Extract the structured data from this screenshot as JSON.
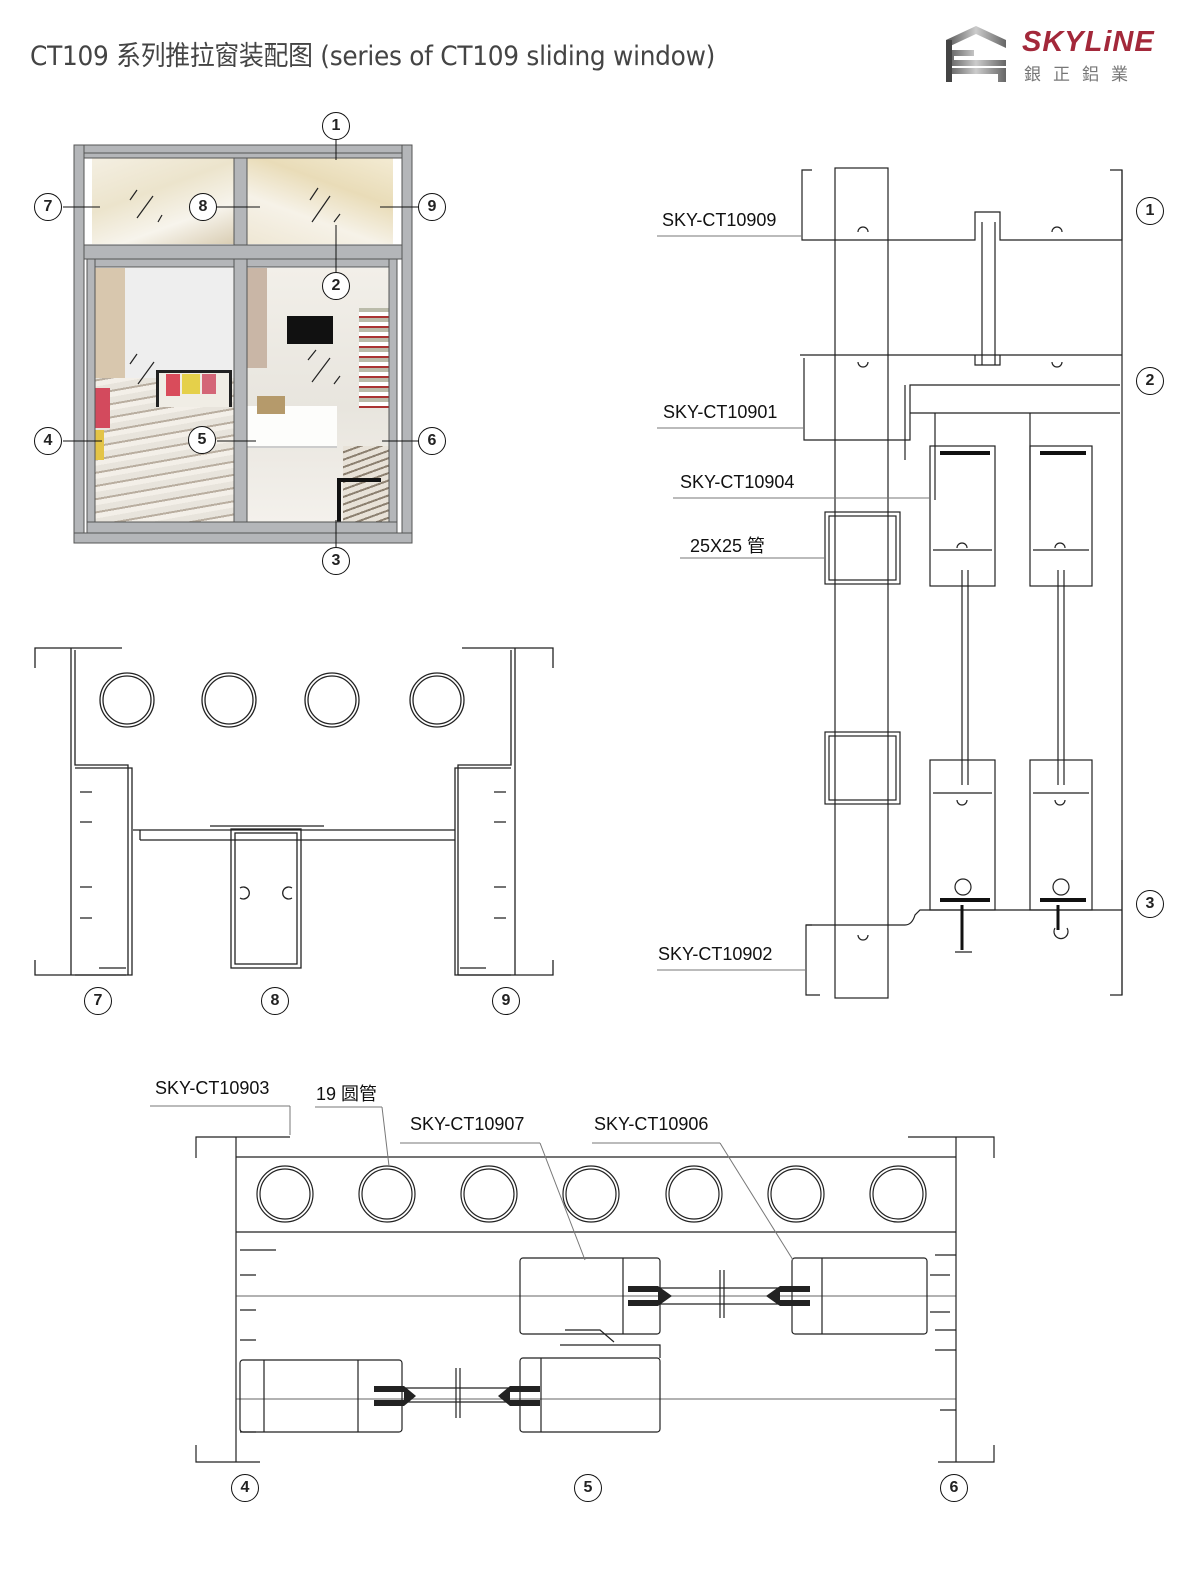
{
  "header": {
    "title": "CT109 系列推拉窗装配图 (series of  CT109 sliding  window)",
    "logo": {
      "icon": "skyline-chevron-logo-icon",
      "name": "SKYLiNE",
      "subtitle": "銀正鋁業",
      "brand_color": "#a3283a",
      "subtitle_color": "#777777"
    }
  },
  "elevation": {
    "description": "Window elevation with interior room photo",
    "frame_color": "#b4b6b9",
    "callouts": [
      "1",
      "2",
      "3",
      "4",
      "5",
      "6",
      "7",
      "8",
      "9"
    ]
  },
  "section_horizontal_top": {
    "callouts": [
      "7",
      "8",
      "9"
    ],
    "tube_count": 4
  },
  "section_vertical": {
    "labels": [
      {
        "text": "SKY-CT10909"
      },
      {
        "text": "SKY-CT10901"
      },
      {
        "text": "SKY-CT10904"
      },
      {
        "text": "25X25 管"
      },
      {
        "text": "SKY-CT10902"
      }
    ],
    "callouts": [
      "1",
      "2",
      "3"
    ]
  },
  "section_horizontal_bottom": {
    "labels": [
      {
        "text": "SKY-CT10903"
      },
      {
        "text": "19 圆管"
      },
      {
        "text": "SKY-CT10907"
      },
      {
        "text": "SKY-CT10906"
      }
    ],
    "callouts": [
      "4",
      "5",
      "6"
    ],
    "tube_count": 7
  }
}
